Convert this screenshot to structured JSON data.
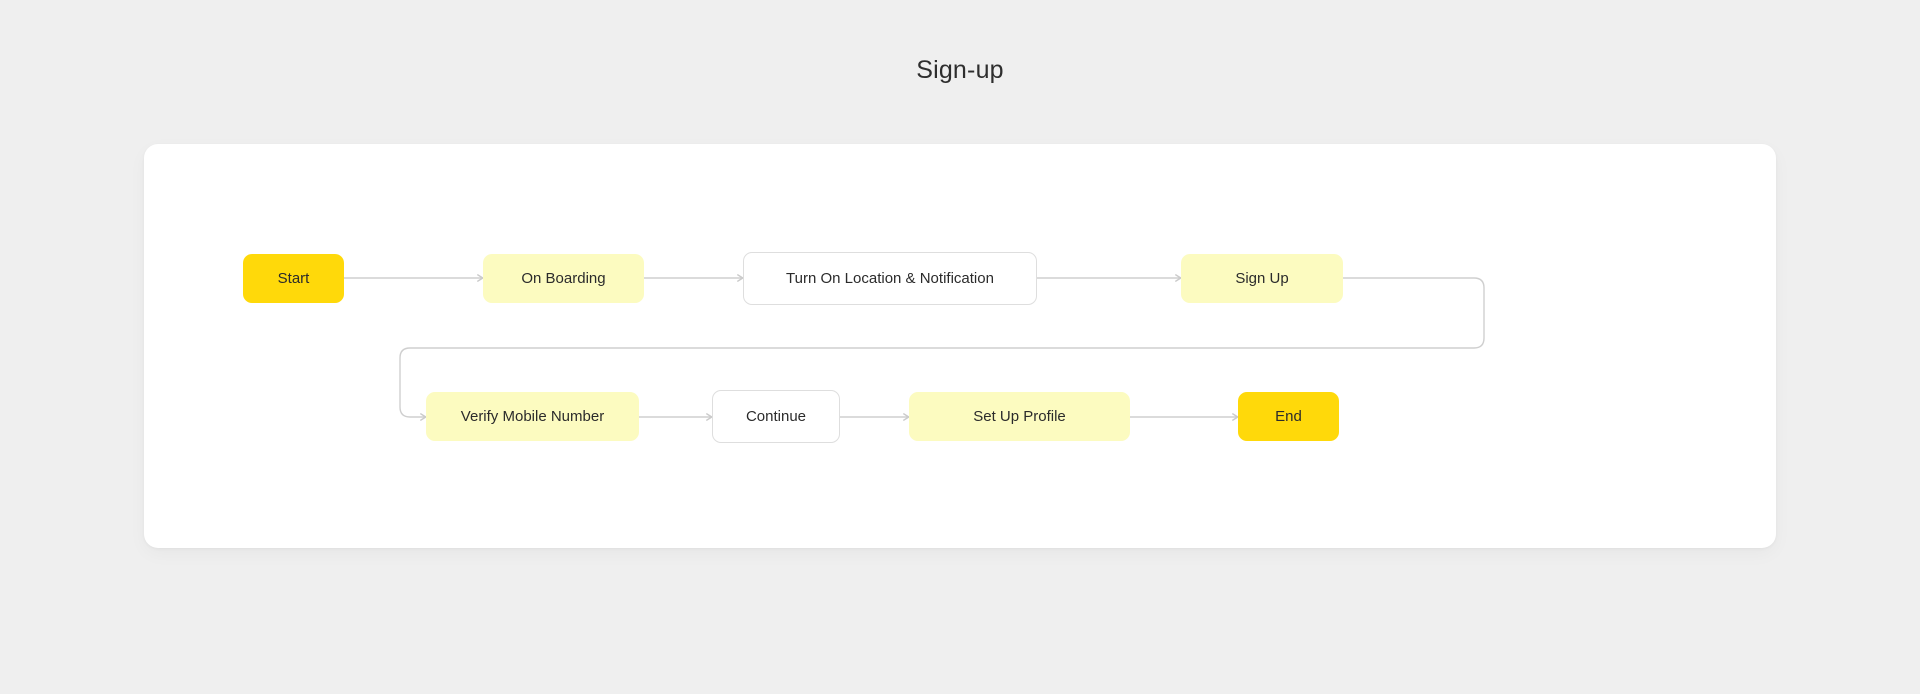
{
  "page": {
    "title": "Sign-up",
    "background_color": "#efefef",
    "card_color": "#ffffff"
  },
  "colors": {
    "accent_solid": "#ffd90a",
    "accent_pale": "#fcfbc0",
    "node_border": "#dedede",
    "connector": "#cfcfcf",
    "text": "#2b2b2b"
  },
  "chart_data": {
    "type": "diagram",
    "title": "Sign-up",
    "diagram_kind": "flowchart",
    "orientation": "left-to-right, wrapping to second row",
    "nodes": [
      {
        "id": "start",
        "label": "Start",
        "style": "solid",
        "row": 1,
        "order": 1
      },
      {
        "id": "onboarding",
        "label": "On Boarding",
        "style": "pale",
        "row": 1,
        "order": 2
      },
      {
        "id": "turnon",
        "label": "Turn On Location & Notification",
        "style": "plain",
        "row": 1,
        "order": 3
      },
      {
        "id": "signup",
        "label": "Sign Up",
        "style": "pale",
        "row": 1,
        "order": 4
      },
      {
        "id": "verify",
        "label": "Verify Mobile Number",
        "style": "pale",
        "row": 2,
        "order": 5
      },
      {
        "id": "continue",
        "label": "Continue",
        "style": "plain",
        "row": 2,
        "order": 6
      },
      {
        "id": "setupprofile",
        "label": "Set Up Profile",
        "style": "pale",
        "row": 2,
        "order": 7
      },
      {
        "id": "end",
        "label": "End",
        "style": "solid",
        "row": 2,
        "order": 8
      }
    ],
    "edges": [
      {
        "from": "start",
        "to": "onboarding",
        "kind": "straight"
      },
      {
        "from": "onboarding",
        "to": "turnon",
        "kind": "straight"
      },
      {
        "from": "turnon",
        "to": "signup",
        "kind": "straight"
      },
      {
        "from": "signup",
        "to": "verify",
        "kind": "wrap-around"
      },
      {
        "from": "verify",
        "to": "continue",
        "kind": "straight"
      },
      {
        "from": "continue",
        "to": "setupprofile",
        "kind": "straight"
      },
      {
        "from": "setupprofile",
        "to": "end",
        "kind": "straight"
      }
    ]
  },
  "nodes": {
    "start": "Start",
    "onboarding": "On Boarding",
    "turnon": "Turn On Location & Notification",
    "signup": "Sign Up",
    "verify": "Verify Mobile Number",
    "continue": "Continue",
    "setupprofile": "Set Up Profile",
    "end": "End"
  }
}
